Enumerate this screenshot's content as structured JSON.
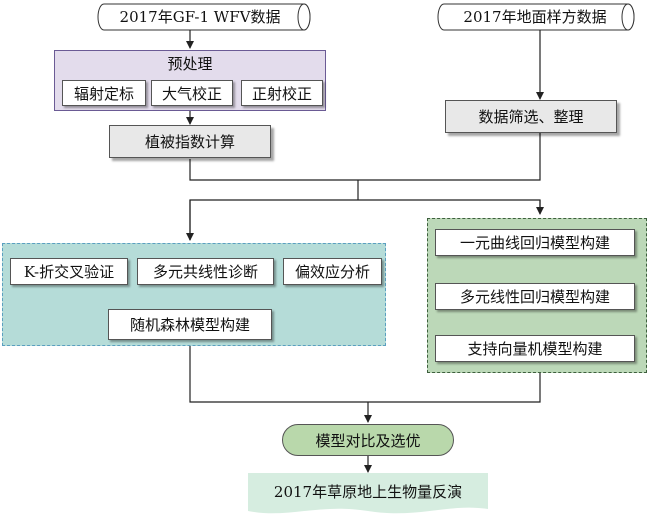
{
  "sources": {
    "satellite": "2017年GF-1 WFV数据",
    "ground": "2017年地面样方数据"
  },
  "preprocess": {
    "title": "预处理",
    "steps": [
      "辐射定标",
      "大气校正",
      "正射校正"
    ]
  },
  "vegetation_index": "植被指数计算",
  "data_cleaning": "数据筛选、整理",
  "rf_group": {
    "methods": [
      "K-折交叉验证",
      "多元共线性诊断",
      "偏效应分析"
    ],
    "model": "随机森林模型构建"
  },
  "regression_group": {
    "models": [
      "一元曲线回归模型构建",
      "多元线性回归模型构建",
      "支持向量机模型构建"
    ]
  },
  "comparison": "模型对比及选优",
  "output": "2017年草原地上生物量反演",
  "colors": {
    "preprocess_fill": "#e3dcec",
    "preprocess_border": "#6b5b95",
    "rf_region_fill": "#b5dcd8",
    "rf_region_border": "#5a9fc0",
    "regression_region_fill": "#bcd8b8",
    "regression_region_border": "#3d5f3d",
    "comparison_fill": "#b9d8ab",
    "output_fill": "#d6ede0",
    "cylinder_fill": "#ffffff",
    "box_fill": "#e8e8e8"
  }
}
